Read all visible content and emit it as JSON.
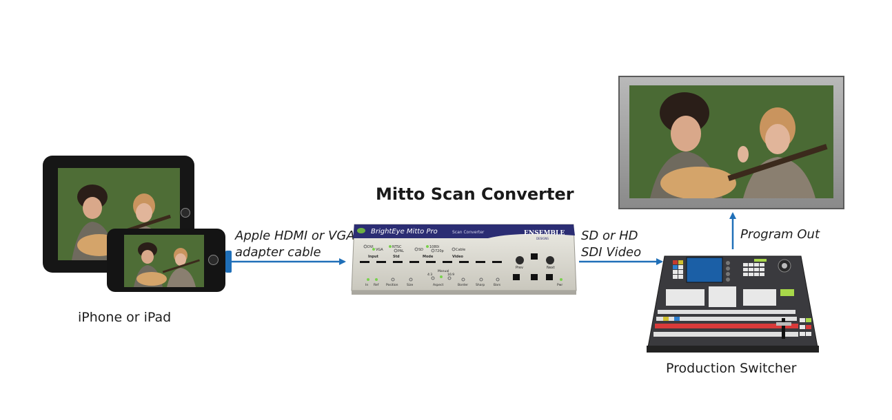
{
  "title": "Mitto Scan Converter",
  "labels": {
    "source": "iPhone or iPad",
    "cable": [
      "Apple HDMI or VGA",
      "adapter cable"
    ],
    "sdi": [
      "SD or HD",
      "SDI Video"
    ],
    "program_out": "Program Out",
    "switcher": "Production Switcher"
  },
  "converter": {
    "brand": "BrightEye Mitto Pro",
    "subtitle": "Scan Converter",
    "maker": [
      "ENSEMBLE",
      "DESIGNS"
    ],
    "top_leds": [
      "DVI",
      "VGA",
      "NTSC",
      "PAL",
      "SD",
      "1080i",
      "720p",
      "Cable"
    ],
    "groups": [
      "Input",
      "Std",
      "Mode",
      "Video"
    ],
    "nav": [
      "Prev",
      "Next"
    ],
    "bottom_labels": [
      "In",
      "Ref",
      "Position",
      "Size",
      "Aspect",
      "Border",
      "Sharp",
      "Bars",
      "Pwr"
    ],
    "aspect_opts": [
      "4:3",
      "Manual",
      "16:9"
    ]
  },
  "colors": {
    "arrow": "#1f6fb8",
    "converter_navy": "#2b2d73",
    "led_green": "#79d14d"
  }
}
